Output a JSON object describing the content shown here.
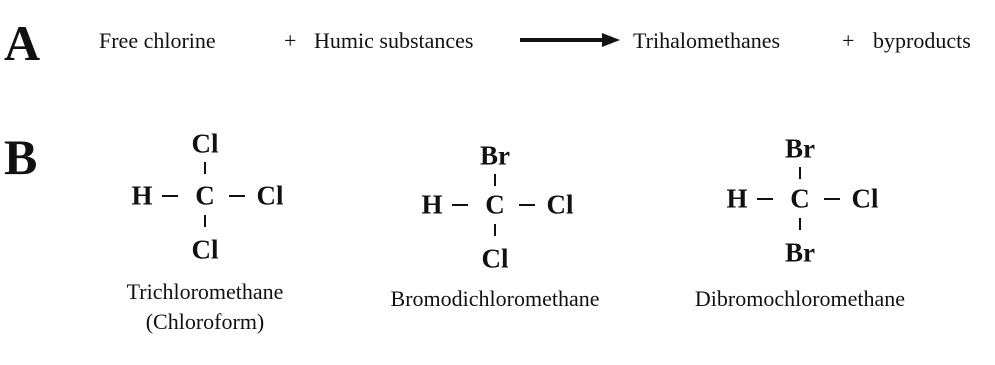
{
  "panels": {
    "a": "A",
    "b": "B"
  },
  "reaction": {
    "reactant1": "Free chlorine",
    "plus1": "+",
    "reactant2": "Humic substances",
    "product1": "Trihalomethanes",
    "plus2": "+",
    "product2": "byproducts"
  },
  "molecules": [
    {
      "top": "Cl",
      "left": "H",
      "center": "C",
      "right": "Cl",
      "bottom": "Cl",
      "name_line1": "Trichloromethane",
      "name_line2": "(Chloroform)"
    },
    {
      "top": "Br",
      "left": "H",
      "center": "C",
      "right": "Cl",
      "bottom": "Cl",
      "name_line1": "Bromodichloromethane",
      "name_line2": ""
    },
    {
      "top": "Br",
      "left": "H",
      "center": "C",
      "right": "Cl",
      "bottom": "Br",
      "name_line1": "Dibromochloromethane",
      "name_line2": ""
    }
  ]
}
